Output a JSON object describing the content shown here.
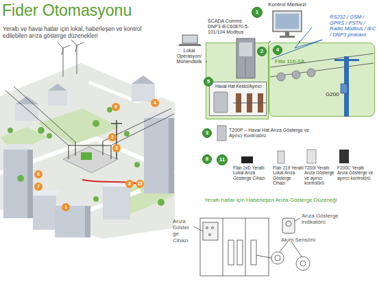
{
  "diagram": {
    "title": "Fider Otomasyonu",
    "nodes": [
      {
        "text": [
          "Kontrol Merkezi"
        ]
      },
      {
        "text": [
          "Lokal Operasyon/ Mühendislik"
        ]
      },
      {
        "text": [
          "SCADA Comms DNP3 IEC60870-5-101/104 Modbus"
        ]
      },
      {
        "text": [
          "Havai Hat Kesici/Ayırıcı"
        ],
        "in": 2
      },
      {
        "text": [
          "RS232 / GSM / GPRS / PSTN / Radio Modbus / IEC / DNP3 protokol",
          "Flite 116-SA",
          "G200"
        ]
      }
    ],
    "edges": [
      {
        "from": 0,
        "to": 2,
        "arrow": "none"
      },
      {
        "from": 1,
        "to": 2,
        "arrow": "none"
      },
      {
        "from": 0,
        "to": 4,
        "arrow": "none"
      }
    ],
    "labels": [
      "Yeraltı ve havai hatlar için lokal, haberleşen ve kontrol edilebilen arıza gösterge düzenekleri",
      "1",
      "2",
      "4",
      "5",
      "3",
      "T200P – Havai Hat Arıza Gösterge ve Ayırıcı Kontrolörü",
      "8",
      "11",
      "Flair 2xD Yeraltı Lokal Arıza Gösterge Cihazı",
      "Flair 219 Yeraltı Lokal Arıza Gösterge Cihazı",
      "T200I Yeraltı Arıza Gösterge ve ayırıcı kontrolörü",
      "F200C Yeraltı Arıza Gösterge ve ayırıcı kontrolörü",
      "Yeraltı hatlar için Haberleşen Arıza Gösterge Düzeneği",
      "Arıza Göster ge Cihazı",
      "Arıza Gösterge indikatörü",
      "Akım Sensörü",
      "6",
      "4",
      "2",
      "3",
      "6",
      "7",
      "8",
      "15",
      "1"
    ]
  }
}
